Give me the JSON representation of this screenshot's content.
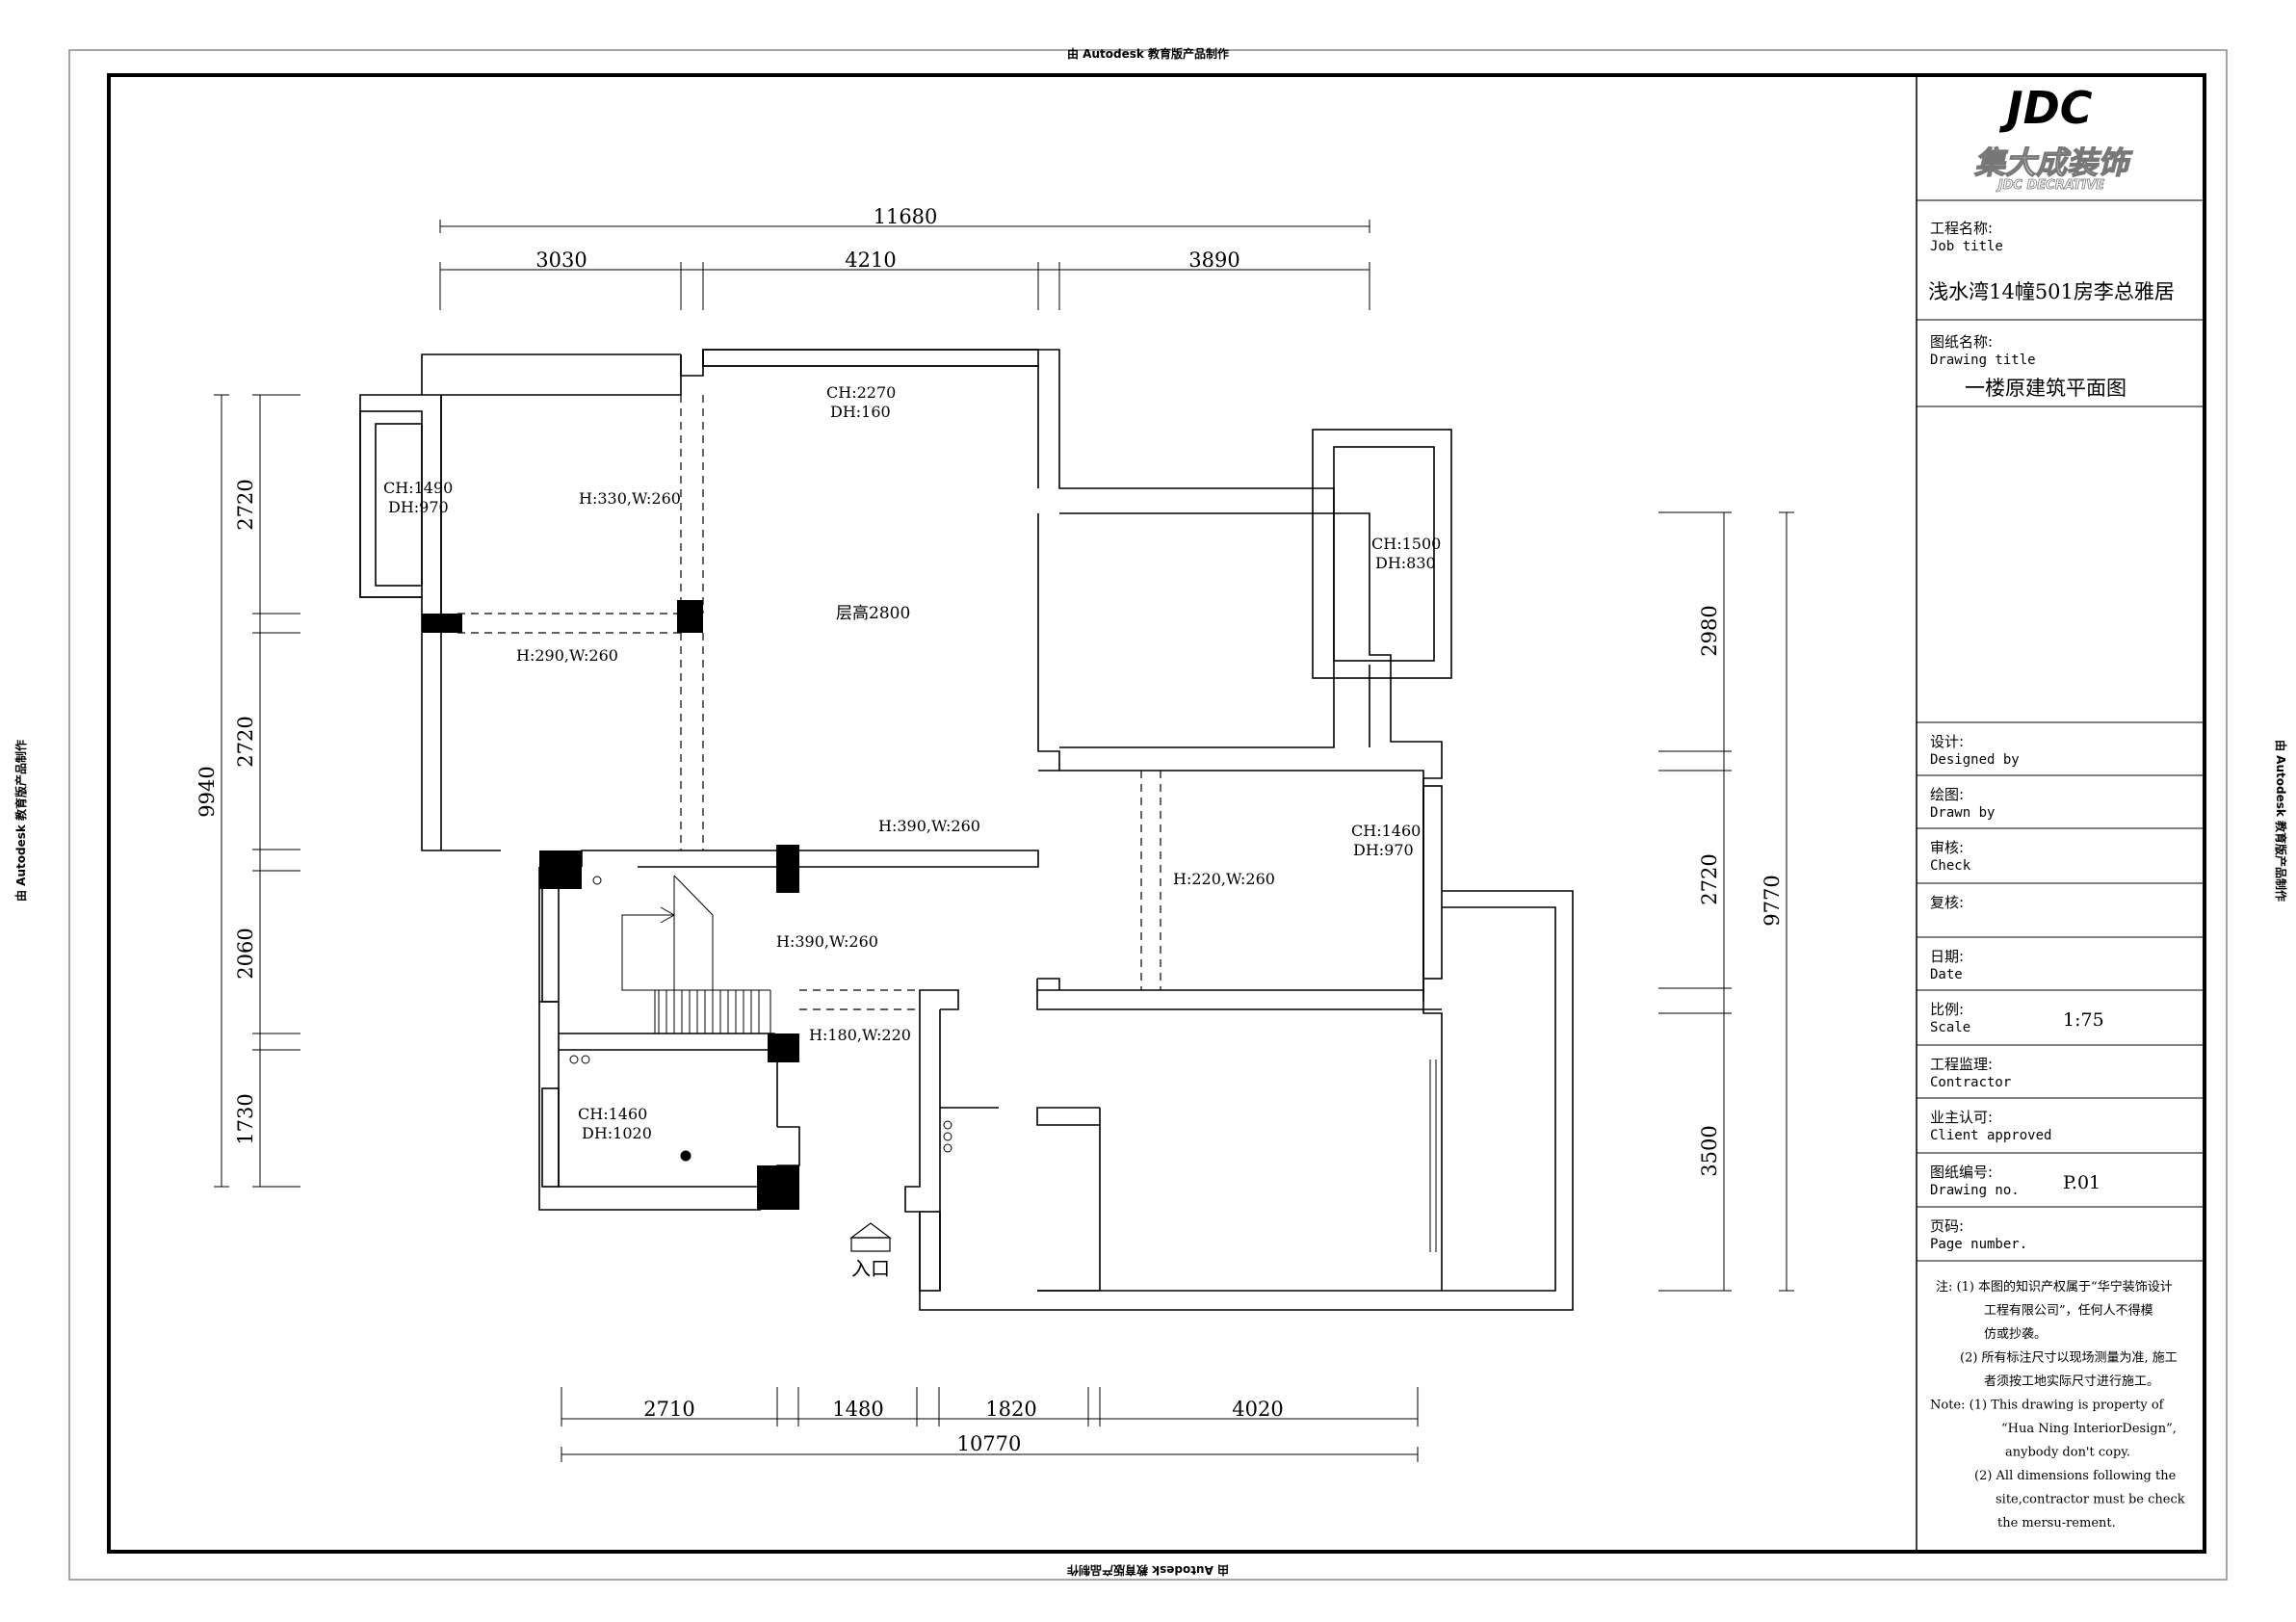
{
  "watermark": {
    "top": "由 Autodesk 教育版产品制作",
    "bottom": "由 Autodesk 教育版产品制作",
    "left": "由 Autodesk 教育版产品制作",
    "right": "由 Autodesk 教育版产品制作"
  },
  "title_block": {
    "logo_text": "JDC",
    "logo_cn": "集大成装饰",
    "logo_en": "JDC DECRATIVE",
    "job_title_label_cn": "工程名称:",
    "job_title_label_en": "Job title",
    "job_title_value": "浅水湾14幢501房李总雅居",
    "drawing_title_label_cn": "图纸名称:",
    "drawing_title_label_en": "Drawing title",
    "drawing_title_value": "一楼原建筑平面图",
    "rows": [
      {
        "cn": "设计:",
        "en": "Designed by",
        "value": ""
      },
      {
        "cn": "绘图:",
        "en": "Drawn by",
        "value": ""
      },
      {
        "cn": "审核:",
        "en": "Check",
        "value": ""
      },
      {
        "cn": "复核:",
        "en": "",
        "value": ""
      },
      {
        "cn": "日期:",
        "en": "Date",
        "value": ""
      },
      {
        "cn": "比例:",
        "en": "Scale",
        "value": "1:75"
      },
      {
        "cn": "工程监理:",
        "en": "Contractor",
        "value": ""
      },
      {
        "cn": "业主认可:",
        "en": "Client approved",
        "value": ""
      },
      {
        "cn": "图纸编号:",
        "en": "Drawing no.",
        "value": "P.01"
      },
      {
        "cn": "页码:",
        "en": "Page number.",
        "value": ""
      }
    ],
    "notes": [
      "注: (1) 本图的知识产权属于“华宁装饰设计",
      "工程有限公司”，任何人不得模",
      "仿或抄袭。",
      "(2) 所有标注尺寸以现场测量为准, 施工",
      "者须按工地实际尺寸进行施工。",
      "Note:  (1) This drawing is property of",
      "“Hua Ning InteriorDesign”,",
      "anybody don't copy.",
      "(2) All dimensions following the",
      "site,contractor must be check",
      "the mersu-rement."
    ]
  },
  "dimensions": {
    "top_total": "11680",
    "top_segments": [
      "3030",
      "4210",
      "3890"
    ],
    "left_total": "9940",
    "left_segments": [
      "2720",
      "2720",
      "2060",
      "1730"
    ],
    "right_total": "9770",
    "right_segments": [
      "2980",
      "2720",
      "3500"
    ],
    "bottom_total": "10770",
    "bottom_segments": [
      "2710",
      "1480",
      "1820",
      "4020"
    ]
  },
  "annotations": {
    "ch2270": "CH:2270",
    "dh160": "DH:160",
    "ch1490": "CH:1490",
    "dh970a": "DH:970",
    "h330": "H:330,W:260",
    "floor_height": "层高2800",
    "h290": "H:290,W:260",
    "ch1500": "CH:1500",
    "dh830": "DH:830",
    "h390a": "H:390,W:260",
    "h390b": "H:390,W:260",
    "ch1460a": "CH:1460",
    "dh970b": "DH:970",
    "h220": "H:220,W:260",
    "h180": "H:180,W:220",
    "ch1460b": "CH:1460",
    "dh1020": "DH:1020",
    "entrance": "入口"
  }
}
